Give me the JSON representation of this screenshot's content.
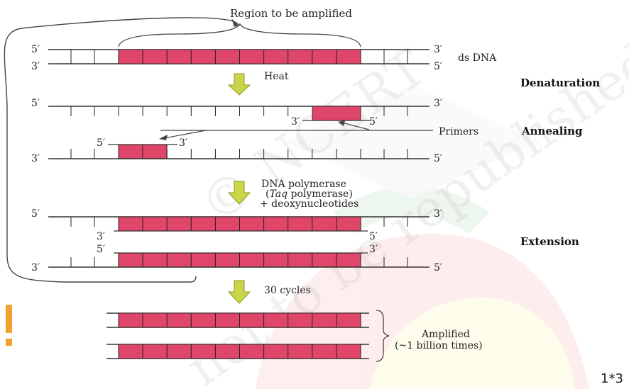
{
  "diagram": {
    "region_label": "Region to be amplified",
    "dsdna_label": "ds DNA",
    "heat_label": "Heat",
    "primers_label": "Primers",
    "polymerase_line1": "DNA polymerase",
    "polymerase_line2_open": "(",
    "polymerase_line2_italic": "Taq",
    "polymerase_line2_rest": " polymerase)",
    "polymerase_line3": "+ deoxynucleotides",
    "cycles_label": "30 cycles",
    "amplified_line1": "Amplified",
    "amplified_line2": "(~1 billion times)",
    "end_5": "5′",
    "end_3": "3′",
    "steps": {
      "denaturation": "Denaturation",
      "annealing": "Annealing",
      "extension": "Extension"
    }
  },
  "page_marker": "1*3",
  "colors": {
    "segment_fill": "#e0456a",
    "arrow_fill": "#c9d64a",
    "line": "#333333",
    "watermark_red": "#e8302e",
    "watermark_yellow": "#f4e300",
    "watermark_green": "#3aa845",
    "exclaim": "#f0a22b"
  }
}
